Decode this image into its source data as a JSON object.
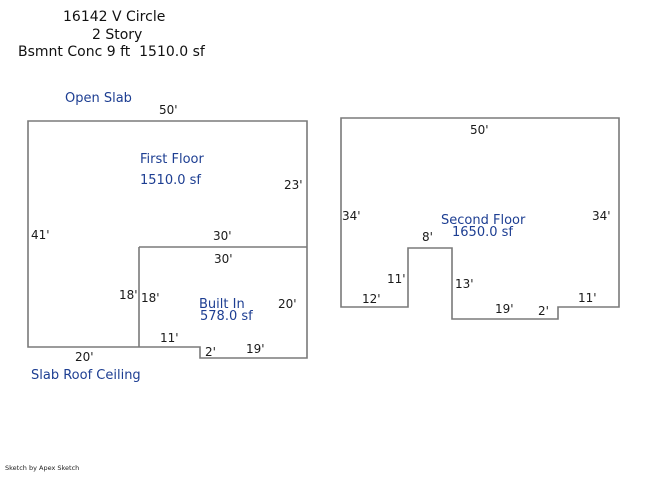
{
  "header": {
    "address": "16142 V Circle",
    "stories": "2 Story",
    "basement": "Bsmnt Conc 9 ft  1510.0 sf"
  },
  "footer": {
    "credit": "Sketch by Apex Sketch"
  },
  "colors": {
    "outline": "#7a7a7a",
    "dimension_text": "#1a1a1a",
    "area_text": "#1d3e92",
    "background": "#ffffff"
  },
  "first_floor": {
    "annotations": {
      "open_slab": "Open Slab",
      "name": "First Floor",
      "area": "1510.0 sf",
      "builtin_name": "Built In",
      "builtin_area": "578.0 sf",
      "slab_roof_ceiling": "Slab Roof Ceiling"
    },
    "dimensions": {
      "top": "50'",
      "left": "41'",
      "right_upper": "23'",
      "right_lower": "20'",
      "interior_above": "30'",
      "interior_below": "30'",
      "interior_left": "18'",
      "interior_right": "18'",
      "bottom_inner": "11'",
      "step": "2'",
      "bottom_right": "19'",
      "bottom_left": "20'"
    }
  },
  "second_floor": {
    "annotations": {
      "name": "Second Floor",
      "area": "1650.0 sf"
    },
    "dimensions": {
      "top": "50'",
      "left": "34'",
      "right": "34'",
      "notch_top": "8'",
      "notch_left": "11'",
      "bottom_left": "12'",
      "notch_right": "13'",
      "bottom_middle": "19'",
      "step": "2'",
      "bottom_right": "11'"
    }
  }
}
